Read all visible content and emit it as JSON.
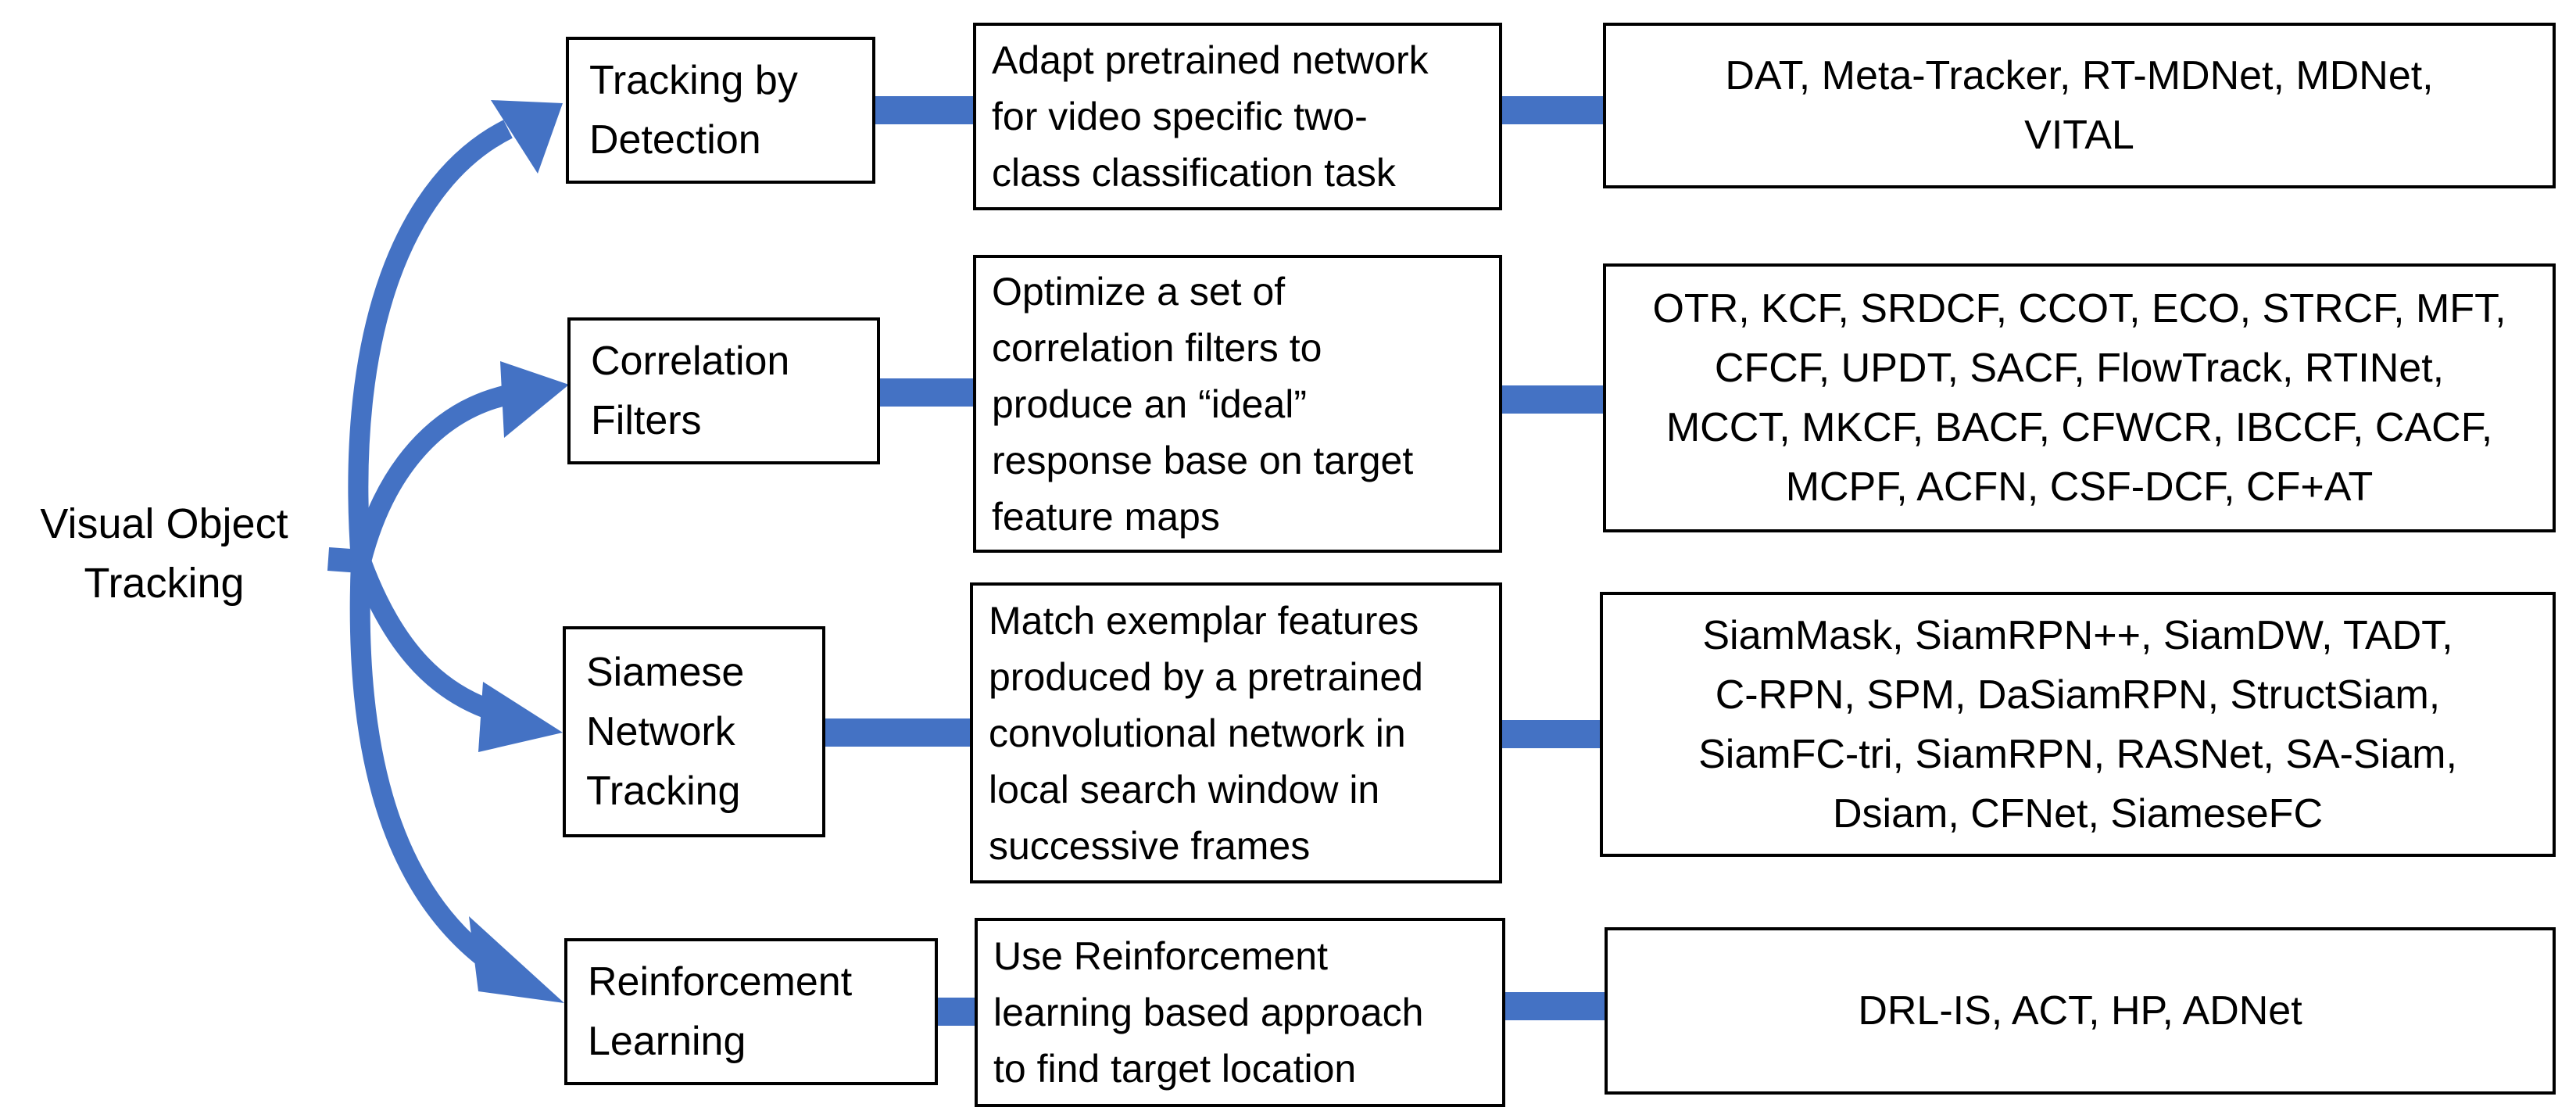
{
  "root": {
    "label": "Visual Object\nTracking"
  },
  "colors": {
    "connector": "#4472c4",
    "box_border": "#000000",
    "text": "#000000",
    "background": "#ffffff"
  },
  "rows": [
    {
      "category": "Tracking by\nDetection",
      "description": "Adapt pretrained network\nfor video specific two-\nclass classification task",
      "methods": "DAT, Meta-Tracker, RT-MDNet, MDNet,\nVITAL"
    },
    {
      "category": "Correlation\nFilters",
      "description": "Optimize a set of\ncorrelation filters to\nproduce an “ideal”\nresponse base on target\nfeature maps",
      "methods": "OTR, KCF, SRDCF, CCOT, ECO, STRCF, MFT,\nCFCF, UPDT,  SACF, FlowTrack,  RTINet,\nMCCT, MKCF, BACF, CFWCR, IBCCF, CACF,\nMCPF, ACFN, CSF-DCF, CF+AT"
    },
    {
      "category": "Siamese\nNetwork\nTracking",
      "description": "Match exemplar features\nproduced by a pretrained\nconvolutional network in\nlocal search window in\nsuccessive frames",
      "methods": "SiamMask, SiamRPN++, SiamDW, TADT,\nC-RPN, SPM, DaSiamRPN, StructSiam,\nSiamFC-tri, SiamRPN, RASNet, SA-Siam,\nDsiam, CFNet, SiameseFC"
    },
    {
      "category": "Reinforcement\nLearning",
      "description": "Use Reinforcement\nlearning based approach\nto find target location",
      "methods": "DRL-IS, ACT, HP, ADNet"
    }
  ]
}
